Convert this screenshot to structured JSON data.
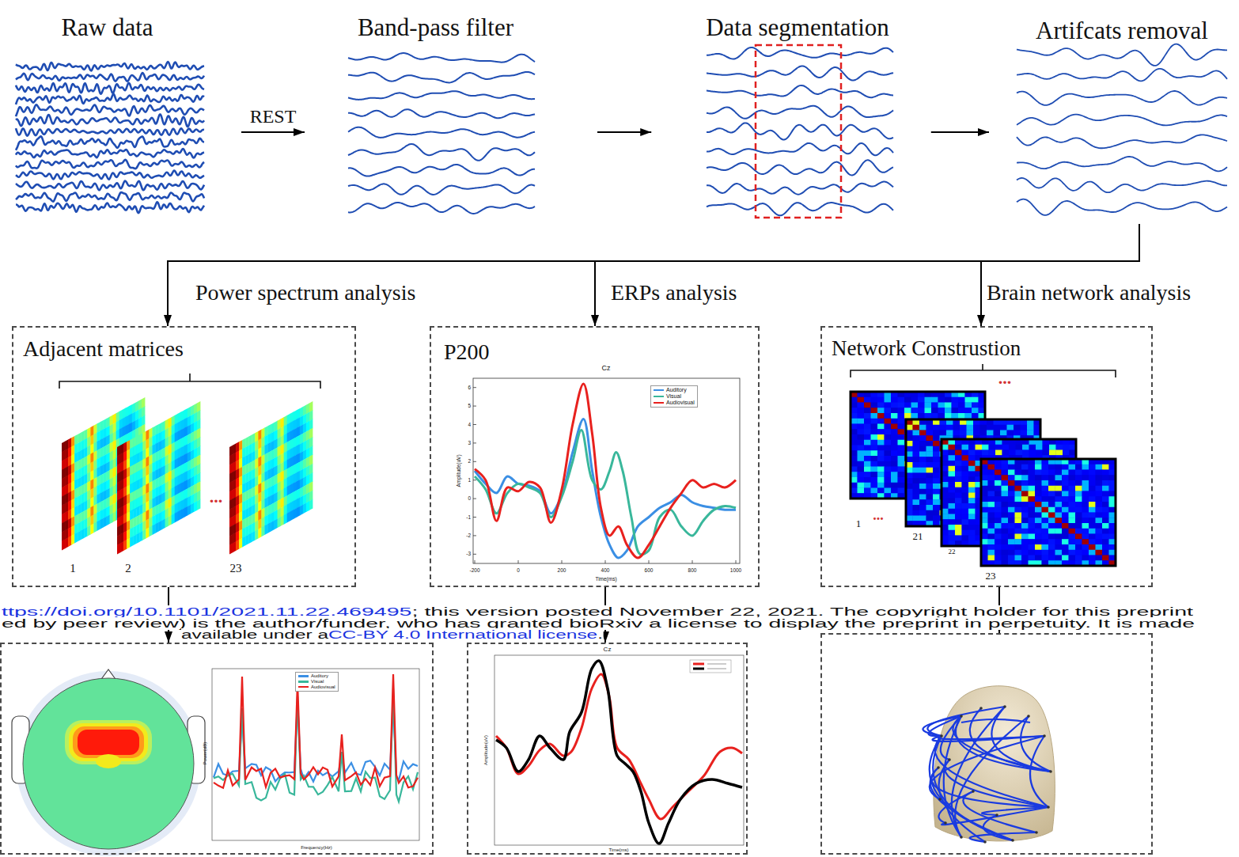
{
  "diagram": {
    "nodes": [
      {
        "text": [
          "Raw data"
        ]
      },
      {
        "text": [
          "Band-pass filter"
        ]
      },
      {
        "text": [
          "Data segmentation"
        ]
      },
      {
        "text": [
          "Artifcats removal"
        ]
      },
      {
        "text": [
          "Adjacent matrices"
        ]
      },
      {
        "text": [
          "P200"
        ]
      },
      {
        "text": [
          "Network Construstion"
        ]
      },
      {
        "text": []
      },
      {
        "text": [
          "Cz"
        ]
      },
      {
        "text": []
      }
    ],
    "edges": [
      {
        "from": 0,
        "to": 1,
        "label": "REST",
        "arrow": "to"
      },
      {
        "from": 1,
        "to": 2,
        "arrow": "to"
      },
      {
        "from": 2,
        "to": 3,
        "arrow": "to"
      },
      {
        "from": 3,
        "to": 4,
        "label": "Power spectrum analysis",
        "arrow": "to"
      },
      {
        "from": 3,
        "to": 5,
        "label": "ERPs analysis",
        "arrow": "to"
      },
      {
        "from": 3,
        "to": 6,
        "label": "Brain network analysis",
        "arrow": "to"
      },
      {
        "from": 4,
        "to": 7,
        "arrow": "to"
      },
      {
        "from": 5,
        "to": 8,
        "arrow": "to"
      },
      {
        "from": 6,
        "to": 9,
        "arrow": "to"
      }
    ],
    "labels": [
      "1",
      "2",
      "...",
      "23",
      "Cz",
      "Amplitude(uV)",
      "Time(ms)",
      "-200",
      "0",
      "200",
      "400",
      "600",
      "800",
      "1000",
      "6",
      "5",
      "4",
      "3",
      "2",
      "1",
      "0",
      "-1",
      "-2",
      "-3",
      "...",
      "1",
      "...",
      "21",
      "22",
      "23",
      "ttps://doi.org/10.1101/2021.11.22.469495",
      "; this version posted November 22, 2021. The copyright holder for this preprint",
      "ed by peer review) is the author/funder, who has granted bioRxiv a license to display the preprint in perpetuity. It is made",
      "available under a",
      "CC-BY 4.0 International license",
      ".",
      "Frequency(Hz)",
      "Power(dB)",
      "Time(ms)",
      "Amplitude(uV)"
    ],
    "legend": [
      {
        "text": "Auditory",
        "color": "#3b8fe4"
      },
      {
        "text": "Visual",
        "color": "#39b79b"
      },
      {
        "text": "Audiovisual",
        "color": "#e8211e"
      },
      {
        "text": "Auditory",
        "color": "#3b8fe4"
      },
      {
        "text": "Visual",
        "color": "#39b79b"
      },
      {
        "text": "Audiovisual",
        "color": "#e8211e"
      }
    ]
  }
}
